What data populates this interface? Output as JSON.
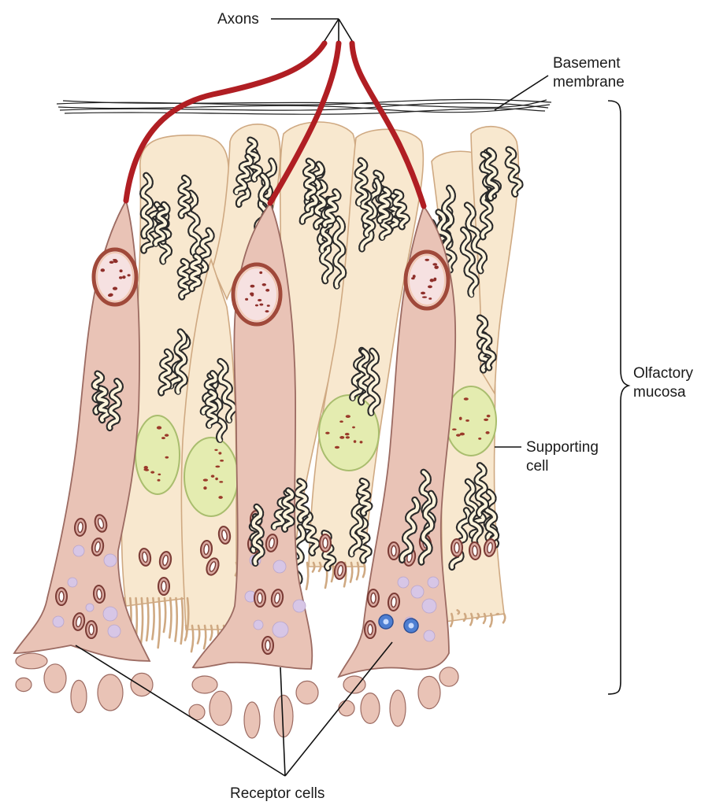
{
  "labels": {
    "axons": "Axons",
    "basement_line1": "Basement",
    "basement_line2": "membrane",
    "olfactory_line1": "Olfactory",
    "olfactory_line2": "mucosa",
    "supporting_line1": "Supporting",
    "supporting_line2": "cell",
    "receptor_cells": "Receptor cells"
  },
  "colors": {
    "axon": "#b01e23",
    "receptor_fill": "#e9c3b6",
    "receptor_stroke": "#9c6b62",
    "supporting_fill": "#f8e8cf",
    "supporting_stroke": "#cfa982",
    "nucleus_fill": "#e4ecb0",
    "nucleus_stroke": "#a9bd6e",
    "receptor_nucleus_fill": "#f6e1e1",
    "receptor_nucleus_ring": "#a0493a",
    "vesicle": "#d7c6e6",
    "mito_fill": "#d9a9a0",
    "mito_stroke": "#7a3a34",
    "er_fill": "#fff4dc",
    "er_stroke": "#2a2a2a",
    "blue_granule": "#4e7fd2"
  }
}
